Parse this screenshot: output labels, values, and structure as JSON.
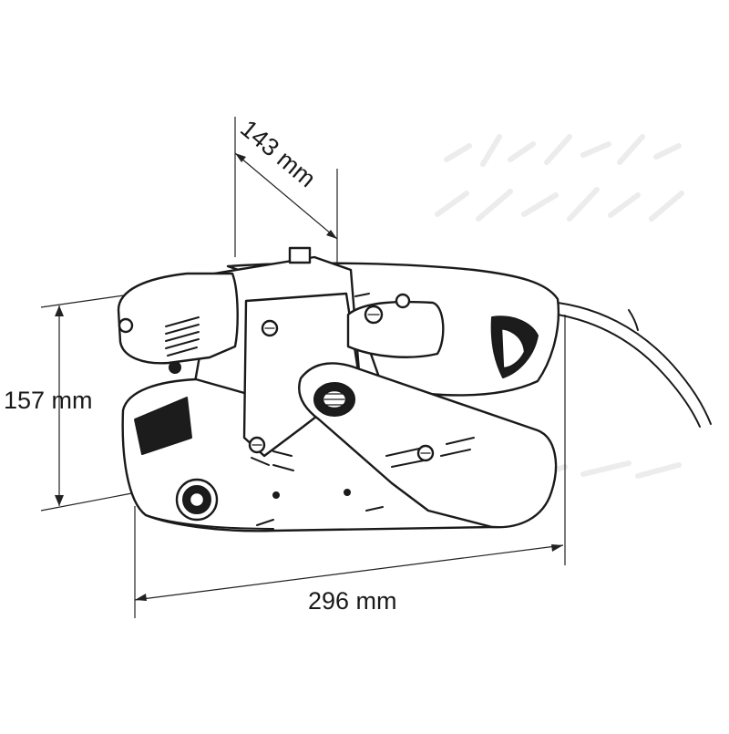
{
  "product": {
    "subject": "belt-sander"
  },
  "dimensions": {
    "depth": "143 mm",
    "height": "157 mm",
    "length": "296 mm"
  },
  "colors": {
    "line": "#1a1a1a",
    "background": "#ffffff",
    "watermark": "#ececec"
  },
  "icons": [
    "sander-drawing",
    "power-cord",
    "front-knob",
    "dust-port",
    "belt-tension-lever",
    "grille-vents"
  ]
}
